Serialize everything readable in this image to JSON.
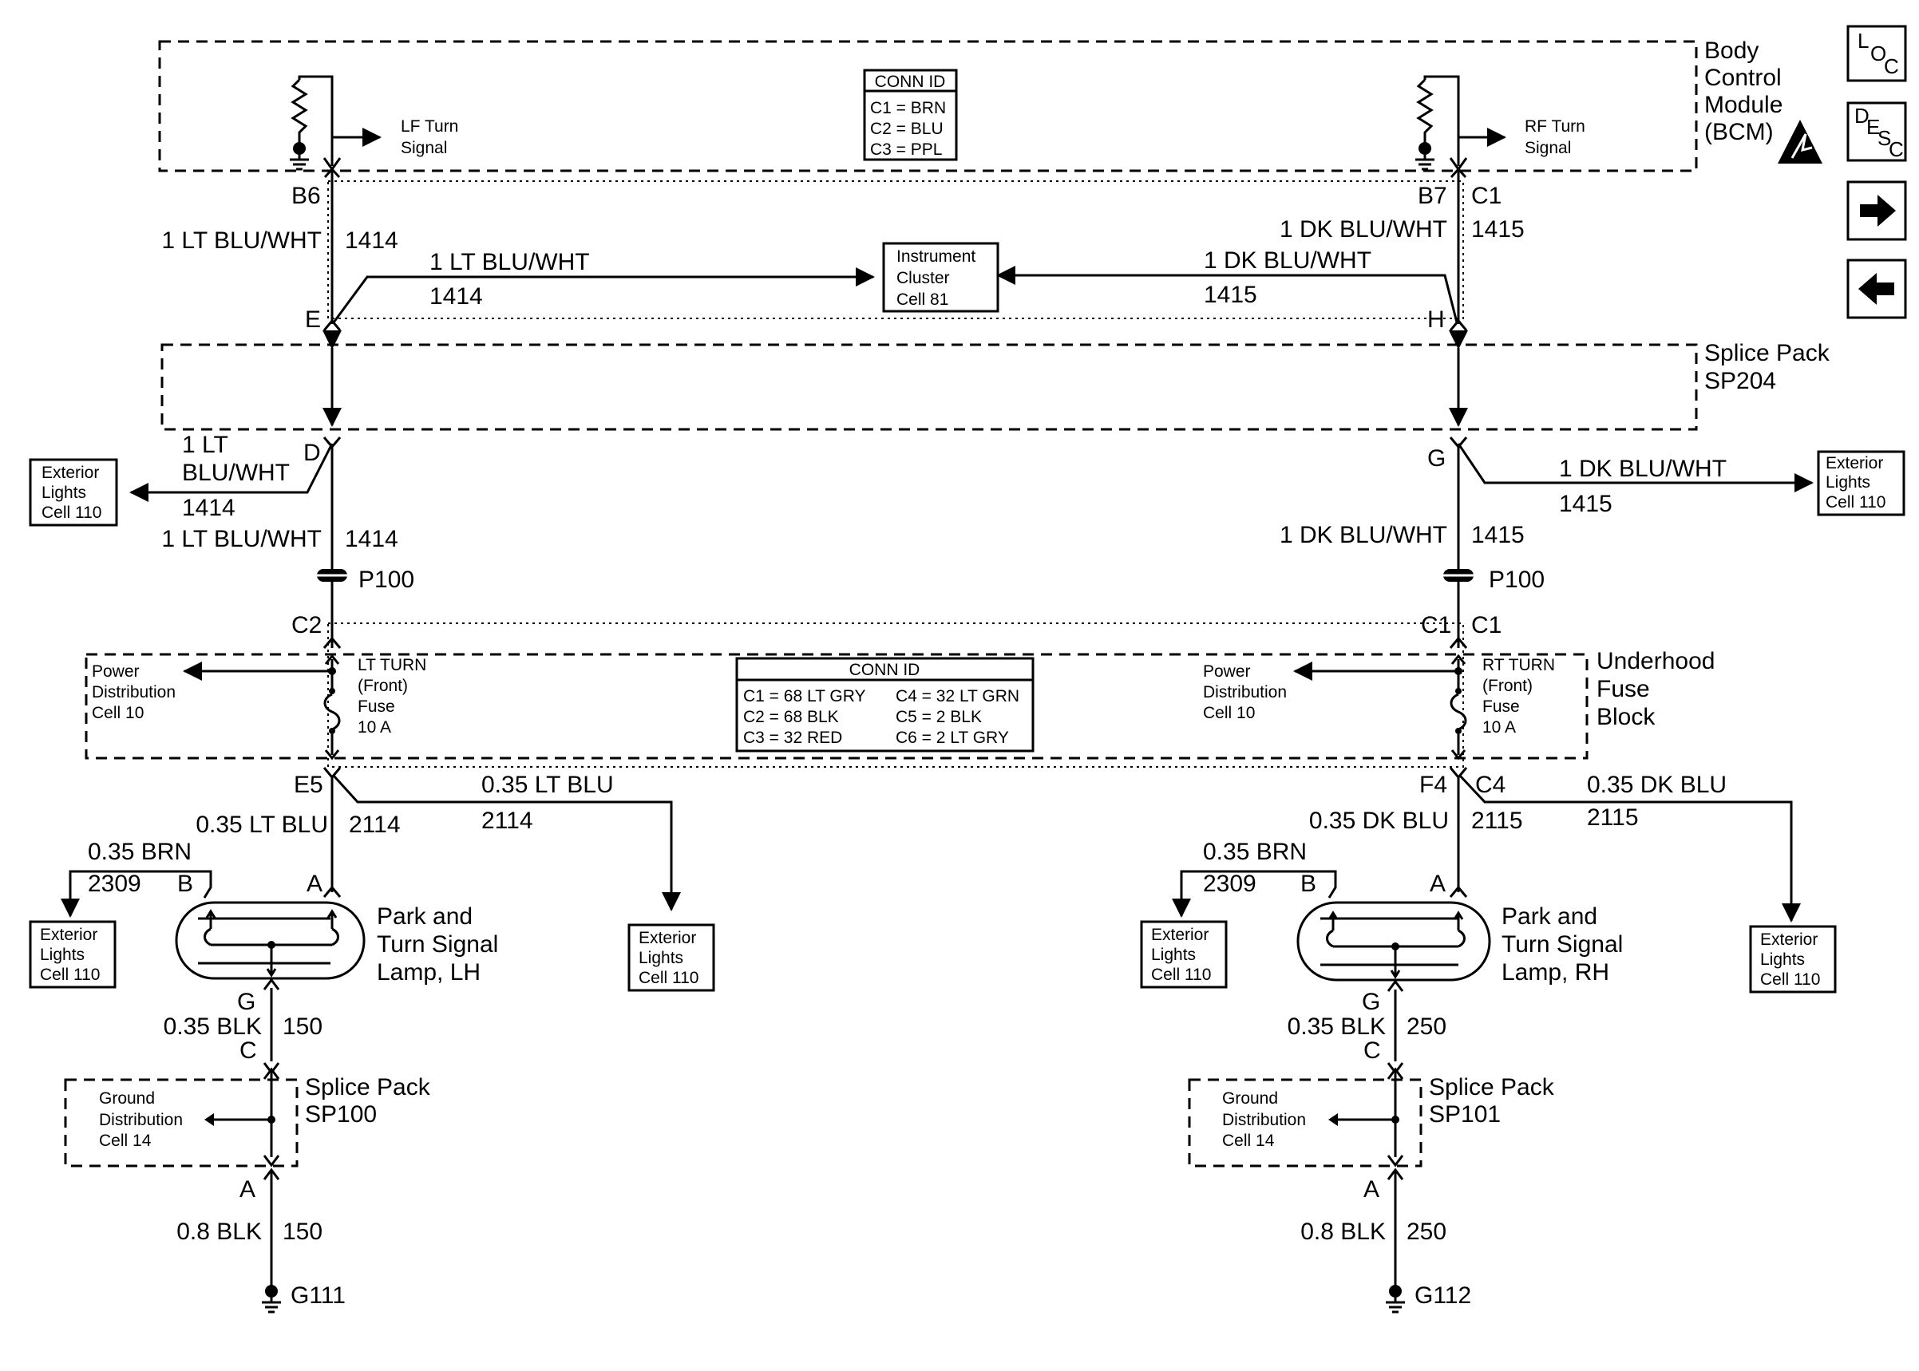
{
  "bcm": {
    "title_lines": [
      "Body",
      "Control",
      "Module",
      "(BCM)"
    ],
    "lf_signal": [
      "LF Turn",
      "Signal"
    ],
    "rf_signal": [
      "RF Turn",
      "Signal"
    ],
    "conn_id_title": "CONN ID",
    "conn_id_rows": [
      "C1 = BRN",
      "C2 = BLU",
      "C3 = PPL"
    ]
  },
  "nav": {
    "loc": [
      "L",
      "O",
      "C"
    ],
    "desc": [
      "D",
      "E",
      "S",
      "C"
    ]
  },
  "left_upper": {
    "pin_b6": "B6",
    "wire_label": "1 LT BLU/WHT",
    "wire_num": "1414",
    "cluster_wire_label": "1 LT BLU/WHT",
    "cluster_wire_num": "1414",
    "pin_e": "E",
    "pin_d": "D",
    "ext_wire_label": [
      "1 LT",
      "BLU/WHT"
    ],
    "ext_wire_num": "1414",
    "below_wire_label": "1 LT BLU/WHT",
    "below_wire_num": "1414",
    "p100": "P100",
    "pin_c2": "C2"
  },
  "right_upper": {
    "pin_b7": "B7",
    "pin_c1_top": "C1",
    "wire_label": "1 DK BLU/WHT",
    "wire_num": "1415",
    "cluster_wire_label": "1 DK BLU/WHT",
    "cluster_wire_num": "1415",
    "pin_h": "H",
    "pin_g": "G",
    "ext_wire_label": "1 DK BLU/WHT",
    "ext_wire_num": "1415",
    "below_wire_label": "1 DK BLU/WHT",
    "below_wire_num": "1415",
    "p100": "P100",
    "pin_c1_a": "C1",
    "pin_c1_b": "C1"
  },
  "instrument_cluster": [
    "Instrument",
    "Cluster",
    "Cell 81"
  ],
  "splice_sp204": [
    "Splice Pack",
    "SP204"
  ],
  "exterior_lights": [
    "Exterior",
    "Lights",
    "Cell 110"
  ],
  "fuse_block": {
    "title_lines": [
      "Underhood",
      "Fuse",
      "Block"
    ],
    "power_dist": [
      "Power",
      "Distribution",
      "Cell 10"
    ],
    "lt_fuse": [
      "LT TURN",
      "(Front)",
      "Fuse",
      "10 A"
    ],
    "rt_fuse": [
      "RT TURN",
      "(Front)",
      "Fuse",
      "10 A"
    ],
    "conn_id_title": "CONN ID",
    "conn_rows_left": [
      "C1 = 68 LT GRY",
      "C2 = 68 BLK",
      "C3 = 32 RED"
    ],
    "conn_rows_right": [
      "C4 = 32 LT GRN",
      "C5 = 2 BLK",
      "C6 = 2 LT GRY"
    ]
  },
  "left_lower": {
    "pin_e5": "E5",
    "branch_label": "0.35 LT BLU",
    "branch_num": "2114",
    "wire_label": "0.35 LT BLU",
    "wire_num": "2114",
    "brn_label": "0.35 BRN",
    "brn_num": "2309",
    "pin_b": "B",
    "pin_a": "A",
    "lamp": [
      "Park and",
      "Turn Signal",
      "Lamp, LH"
    ],
    "pin_g": "G",
    "blk_label": "0.35 BLK",
    "blk_num": "150",
    "pin_c": "C",
    "splice": [
      "Splice Pack",
      "SP100"
    ],
    "ground_dist": [
      "Ground",
      "Distribution",
      "Cell 14"
    ],
    "pin_a2": "A",
    "gnd_label": "0.8 BLK",
    "gnd_num": "150",
    "ground": "G111"
  },
  "right_lower": {
    "pin_f4": "F4",
    "pin_c4": "C4",
    "branch_label": "0.35 DK BLU",
    "branch_num": "2115",
    "wire_label": "0.35 DK BLU",
    "wire_num": "2115",
    "brn_label": "0.35 BRN",
    "brn_num": "2309",
    "pin_b": "B",
    "pin_a": "A",
    "lamp": [
      "Park and",
      "Turn Signal",
      "Lamp, RH"
    ],
    "pin_g": "G",
    "blk_label": "0.35 BLK",
    "blk_num": "250",
    "pin_c": "C",
    "splice": [
      "Splice Pack",
      "SP101"
    ],
    "ground_dist": [
      "Ground",
      "Distribution",
      "Cell 14"
    ],
    "pin_a2": "A",
    "gnd_label": "0.8 BLK",
    "gnd_num": "250",
    "ground": "G112"
  }
}
